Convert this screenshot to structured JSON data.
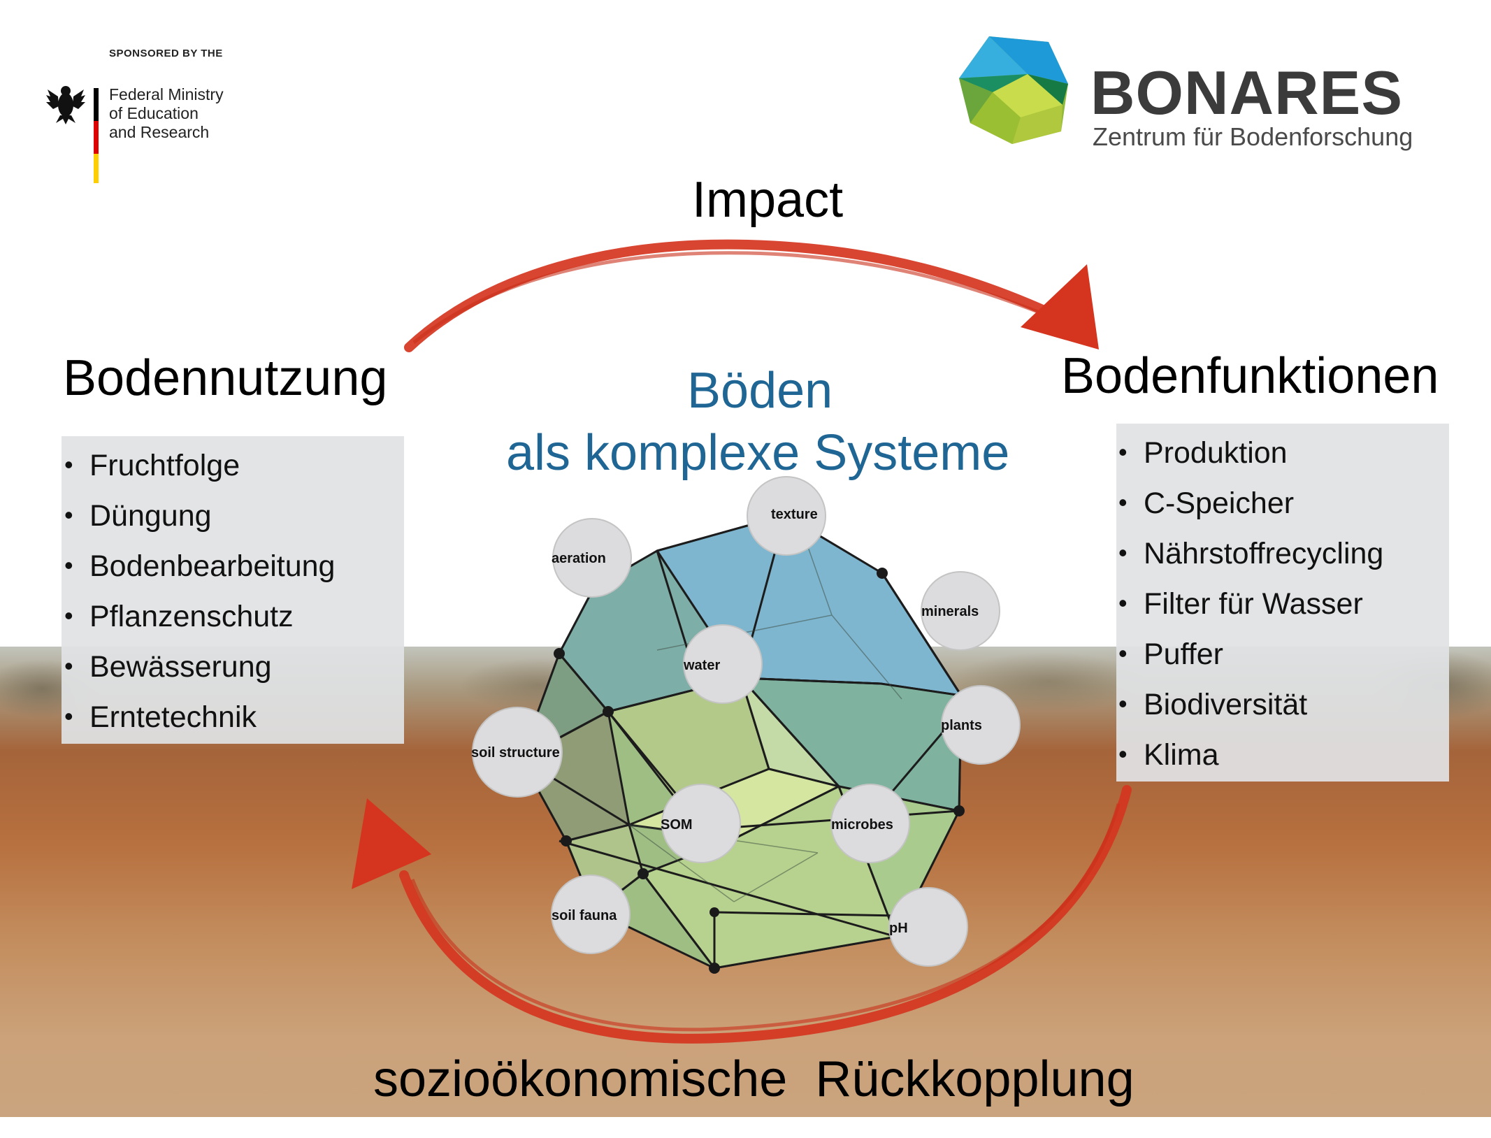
{
  "header": {
    "sponsor_label": "SPONSORED BY THE",
    "ministry": "Federal Ministry\nof Education\nand Research",
    "bonares_title": "BONARES",
    "bonares_subtitle": "Zentrum für Bodenforschung"
  },
  "diagram": {
    "impact": "Impact",
    "land_use_heading": "Bodennutzung",
    "soil_functions_heading": "Bodenfunktionen",
    "center_title_line1": "Böden",
    "center_title_line2": "als komplexe Systeme",
    "feedback": "sozioökonomische  Rückkopplung",
    "land_use_items": [
      "Fruchtfolge",
      "Düngung",
      "Bodenbearbeitung",
      "Pflanzenschutz",
      "Bewässerung",
      "Erntetechnik"
    ],
    "soil_function_items": [
      "Produktion",
      "C-Speicher",
      "Nährstoffrecycling",
      "Filter für Wasser",
      "Puffer",
      "Biodiversität",
      "Klima"
    ],
    "nodes": {
      "texture": "texture",
      "aeration": "aeration",
      "minerals": "minerals",
      "water": "water",
      "plants": "plants",
      "soil_structure": "soil structure",
      "som": "SOM",
      "microbes": "microbes",
      "soil_fauna": "soil fauna",
      "ph": "pH"
    }
  },
  "colors": {
    "arrow": "#d5351f",
    "title_blue": "#1f6695",
    "panel_grey": "#e0e2e4",
    "node_fill": "#dcdcde"
  },
  "icons": [
    "eagle-icon",
    "bonares-logo-icon"
  ]
}
